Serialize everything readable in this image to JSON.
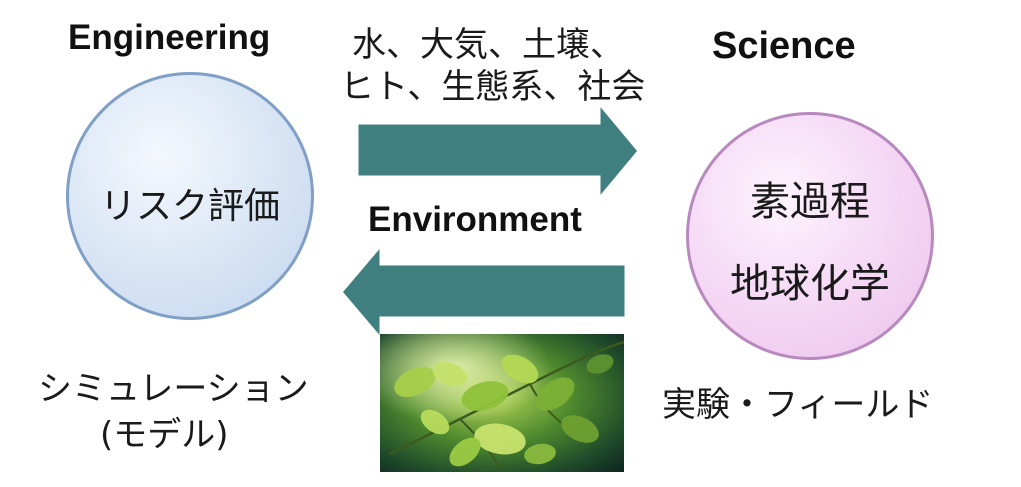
{
  "diagram": {
    "engineering_label": "Engineering",
    "science_label": "Science",
    "environment_label": "Environment",
    "media_line1": "水、大気、土壌、",
    "media_line2": "ヒト、生態系、社会",
    "left_circle": {
      "text": "リスク評価"
    },
    "right_circle": {
      "line1": "素過程",
      "line2": "地球化学"
    },
    "simulation_line1": "シミュレーション",
    "simulation_line2": "(モデル)",
    "field_label": "実験・フィールド"
  },
  "colors": {
    "arrow_fill": "#3f7f80",
    "arrow_outline": "#ffffff",
    "left_circle_border": "#7f9fc6",
    "right_circle_border": "#b889be"
  },
  "icons": {
    "photo": "green-leaves-photo"
  }
}
